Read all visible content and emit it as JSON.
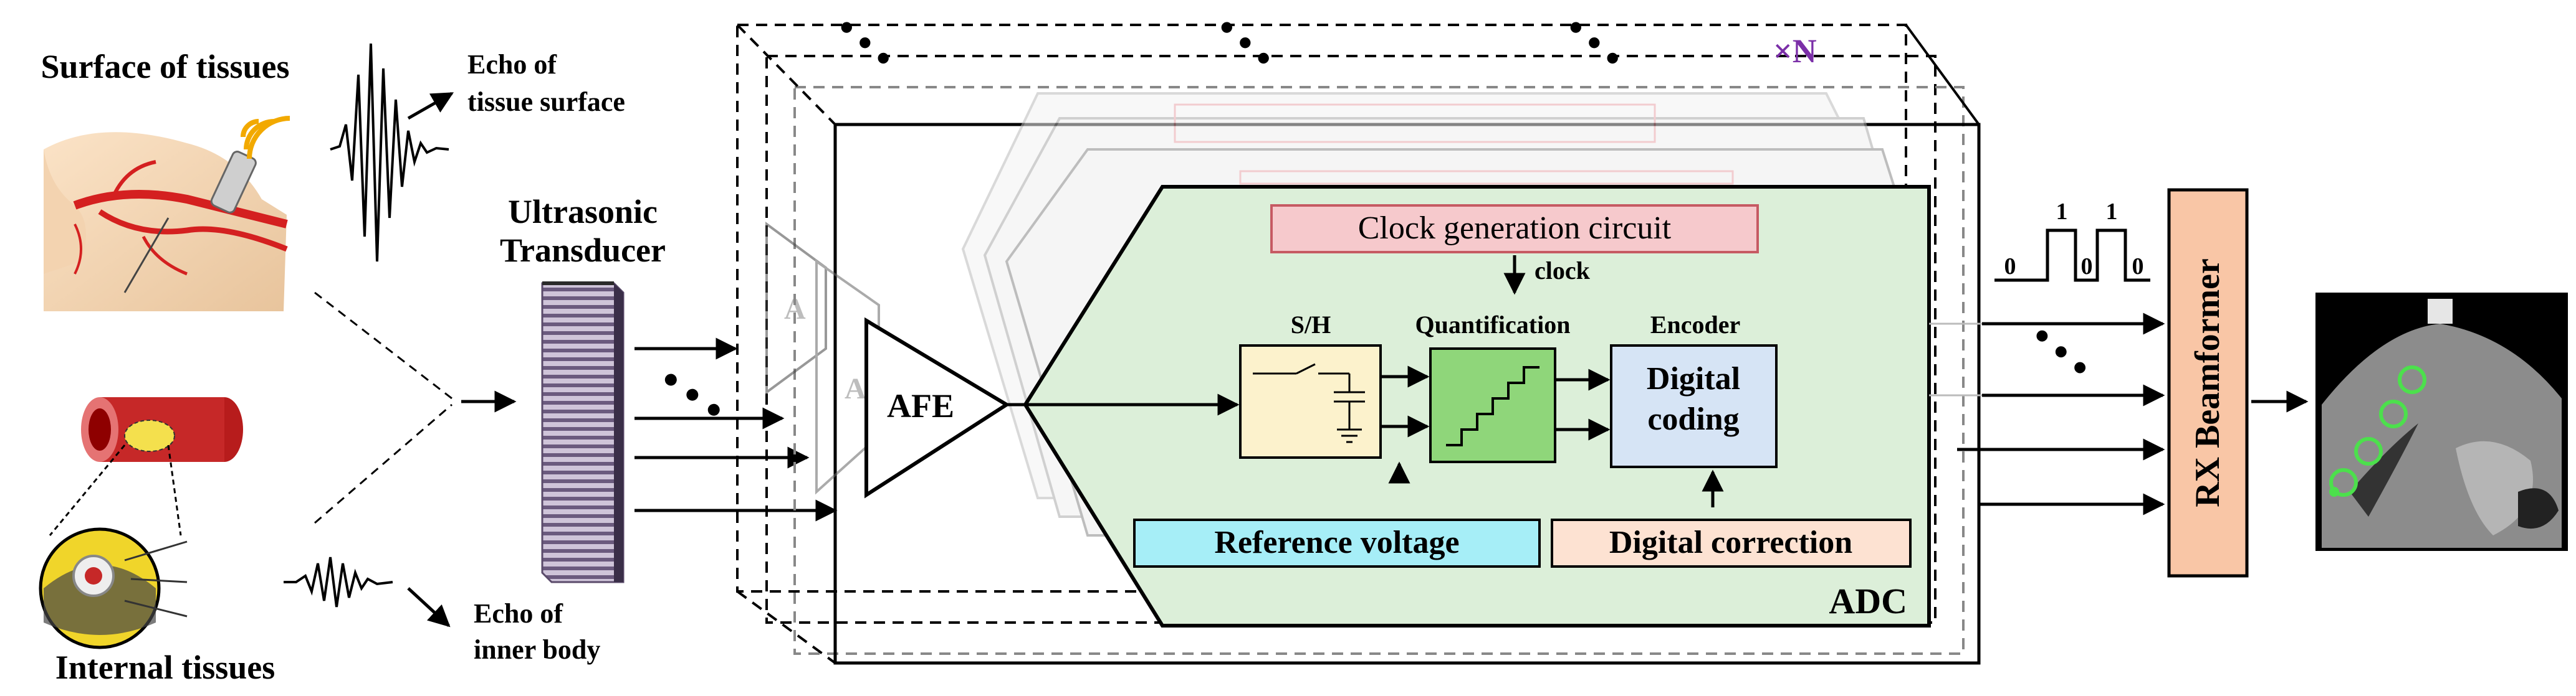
{
  "labels": {
    "surface_tissues": "Surface of tissues",
    "internal_tissues": "Internal tissues",
    "echo_surface_line1": "Echo of",
    "echo_surface_line2": "tissue surface",
    "echo_inner_line1": "Echo of",
    "echo_inner_line2": "inner body",
    "transducer_line1": "Ultrasonic",
    "transducer_line2": "Transducer",
    "times_n": "×N",
    "afe": "AFE",
    "afe_ghost": "A",
    "clock_circuit": "Clock generation circuit",
    "clock_signal": "clock",
    "sample_hold": "S/H",
    "quantification": "Quantification",
    "encoder": "Encoder",
    "digital_coding_line1": "Digital",
    "digital_coding_line2": "coding",
    "reference_voltage": "Reference voltage",
    "digital_correction": "Digital correction",
    "adc": "ADC",
    "rx_beamformer": "RX Beamformer",
    "bit_one": "1",
    "bit_zero": "0"
  },
  "colors": {
    "adc_fill": "#dcefd9",
    "clock_fill": "#f6c9cc",
    "clock_stroke": "#c65a63",
    "sh_fill": "#fcf2cc",
    "quant_fill": "#8fd67a",
    "encoder_fill": "#d6e4f5",
    "ref_fill": "#a6eef7",
    "corr_fill": "#fde2d2",
    "beamformer_fill": "#f9c6a6",
    "times_n": "#7b2fa8"
  }
}
